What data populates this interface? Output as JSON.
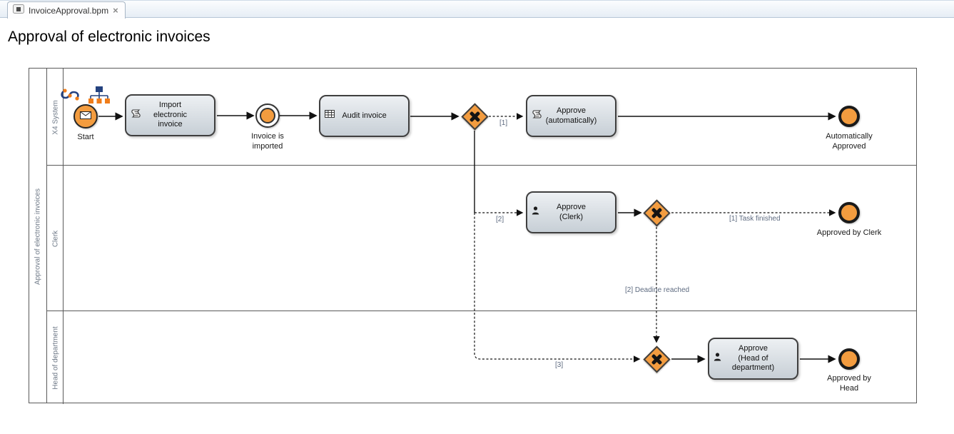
{
  "window": {
    "tab_title": "InvoiceApproval.bpm",
    "close_glyph": "×"
  },
  "page_title": "Approval of electronic invoices",
  "pool": {
    "label": "Approval of electronic invoices",
    "lanes": [
      {
        "label": "X4 System"
      },
      {
        "label": "Clerk"
      },
      {
        "label": "Head of department"
      }
    ]
  },
  "nodes": {
    "start_event": {
      "type": "message-start-event",
      "label": "Start"
    },
    "import_task": {
      "type": "script-task",
      "label": "Import\nelectronic\ninvoice"
    },
    "imported_event": {
      "type": "intermediate-event",
      "label": "Invoice is\nimported"
    },
    "audit_task": {
      "type": "form-task",
      "label": "Audit invoice"
    },
    "split_gateway": {
      "type": "xor-gateway"
    },
    "approve_auto_task": {
      "type": "script-task",
      "label": "Approve\n(automatically)"
    },
    "auto_approved_event": {
      "type": "end-event",
      "label": "Automatically\nApproved"
    },
    "approve_clerk_task": {
      "type": "user-task",
      "label": "Approve\n(Clerk)"
    },
    "clerk_gateway": {
      "type": "xor-gateway"
    },
    "approved_clerk_event": {
      "type": "end-event",
      "label": "Approved by Clerk"
    },
    "head_gateway": {
      "type": "xor-gateway"
    },
    "approve_head_task": {
      "type": "user-task",
      "label": "Approve\n(Head of\ndepartment)"
    },
    "approved_head_event": {
      "type": "end-event",
      "label": "Approved by\nHead"
    }
  },
  "edge_labels": {
    "branch_1": "[1]",
    "branch_2": "[2]",
    "branch_3": "[3]",
    "task_finished": "[1] Task finished",
    "deadline_reached": "[2] Deadine reached"
  },
  "colors": {
    "event_fill": "#F39C3F",
    "gateway_fill": "#F39C3F",
    "node_border": "#3F3F3F",
    "task_fill_top": "#EDF0F3",
    "task_fill_bottom": "#C7CFD6",
    "lane_label_text": "#6F7A88",
    "edge_label_text": "#5E6B80"
  }
}
